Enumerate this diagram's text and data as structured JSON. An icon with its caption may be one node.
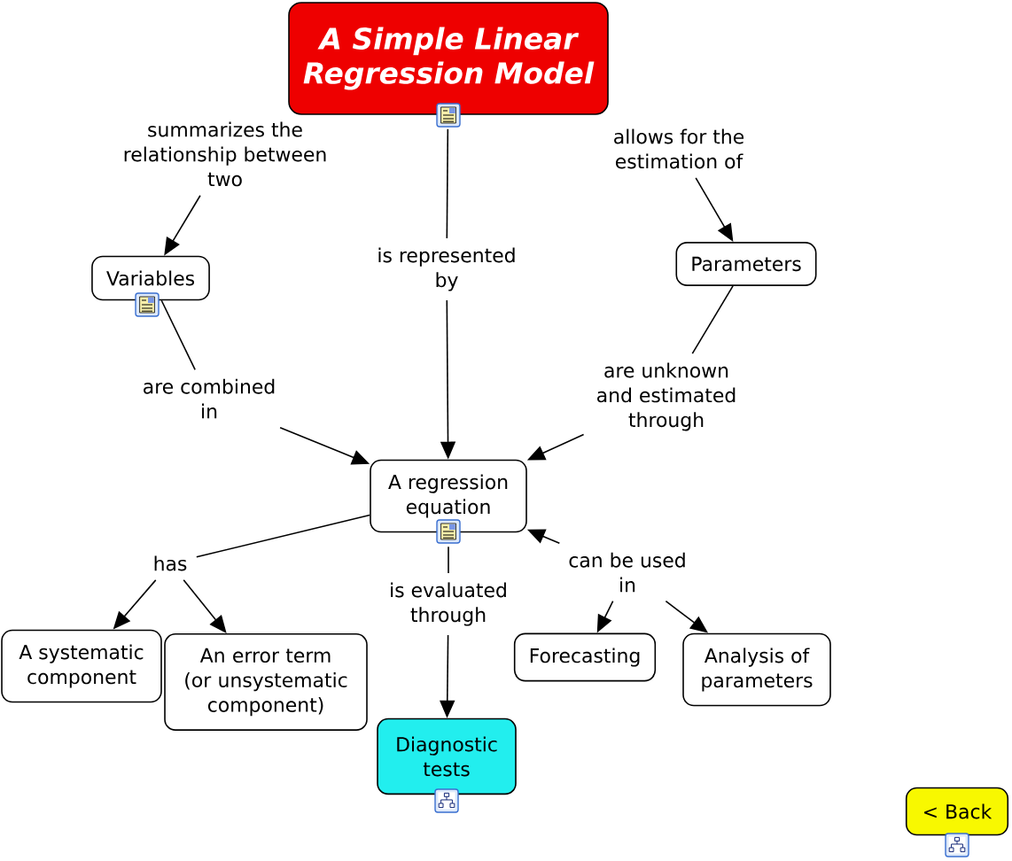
{
  "diagram": {
    "nodes": [
      {
        "text": [
          "A Simple Linear Regression Model"
        ]
      },
      {
        "text": [
          "summarizes the relationship between two"
        ]
      },
      {
        "text": [
          "allows for the estimation of"
        ]
      },
      {
        "text": [
          "Variables"
        ]
      },
      {
        "text": [
          "is represented by"
        ]
      },
      {
        "text": [
          "Parameters"
        ]
      },
      {
        "text": [
          "are combined in"
        ]
      },
      {
        "text": [
          "are unknown and estimated through"
        ]
      },
      {
        "text": [
          "A regression equation"
        ]
      },
      {
        "text": [
          "has"
        ]
      },
      {
        "text": [
          "can be used in"
        ]
      },
      {
        "text": [
          "is evaluated through"
        ]
      },
      {
        "text": [
          "A systematic component"
        ]
      },
      {
        "text": [
          "An error term (or unsystematic component)"
        ]
      },
      {
        "text": [
          "Forecasting"
        ]
      },
      {
        "text": [
          "Analysis of parameters"
        ]
      },
      {
        "text": [
          "Diagnostic tests"
        ]
      },
      {
        "text": [
          "< Back"
        ]
      }
    ],
    "edges": [
      {
        "from": 1,
        "to": 3,
        "arrow": "to"
      },
      {
        "from": 2,
        "to": 5,
        "arrow": "to"
      },
      {
        "from": 0,
        "to": 4,
        "arrow": "none"
      },
      {
        "from": 4,
        "to": 8,
        "arrow": "to"
      },
      {
        "from": 3,
        "to": 6,
        "arrow": "none"
      },
      {
        "from": 6,
        "to": 8,
        "arrow": "to"
      },
      {
        "from": 5,
        "to": 7,
        "arrow": "none"
      },
      {
        "from": 7,
        "to": 8,
        "arrow": "to"
      },
      {
        "from": 8,
        "to": 9,
        "arrow": "none"
      },
      {
        "from": 9,
        "to": 12,
        "arrow": "to"
      },
      {
        "from": 9,
        "to": 13,
        "arrow": "to"
      },
      {
        "from": 10,
        "to": 8,
        "arrow": "to"
      },
      {
        "from": 10,
        "to": 14,
        "arrow": "to"
      },
      {
        "from": 10,
        "to": 15,
        "arrow": "to"
      },
      {
        "from": 8,
        "to": 11,
        "arrow": "none"
      },
      {
        "from": 11,
        "to": 16,
        "arrow": "to"
      }
    ]
  }
}
